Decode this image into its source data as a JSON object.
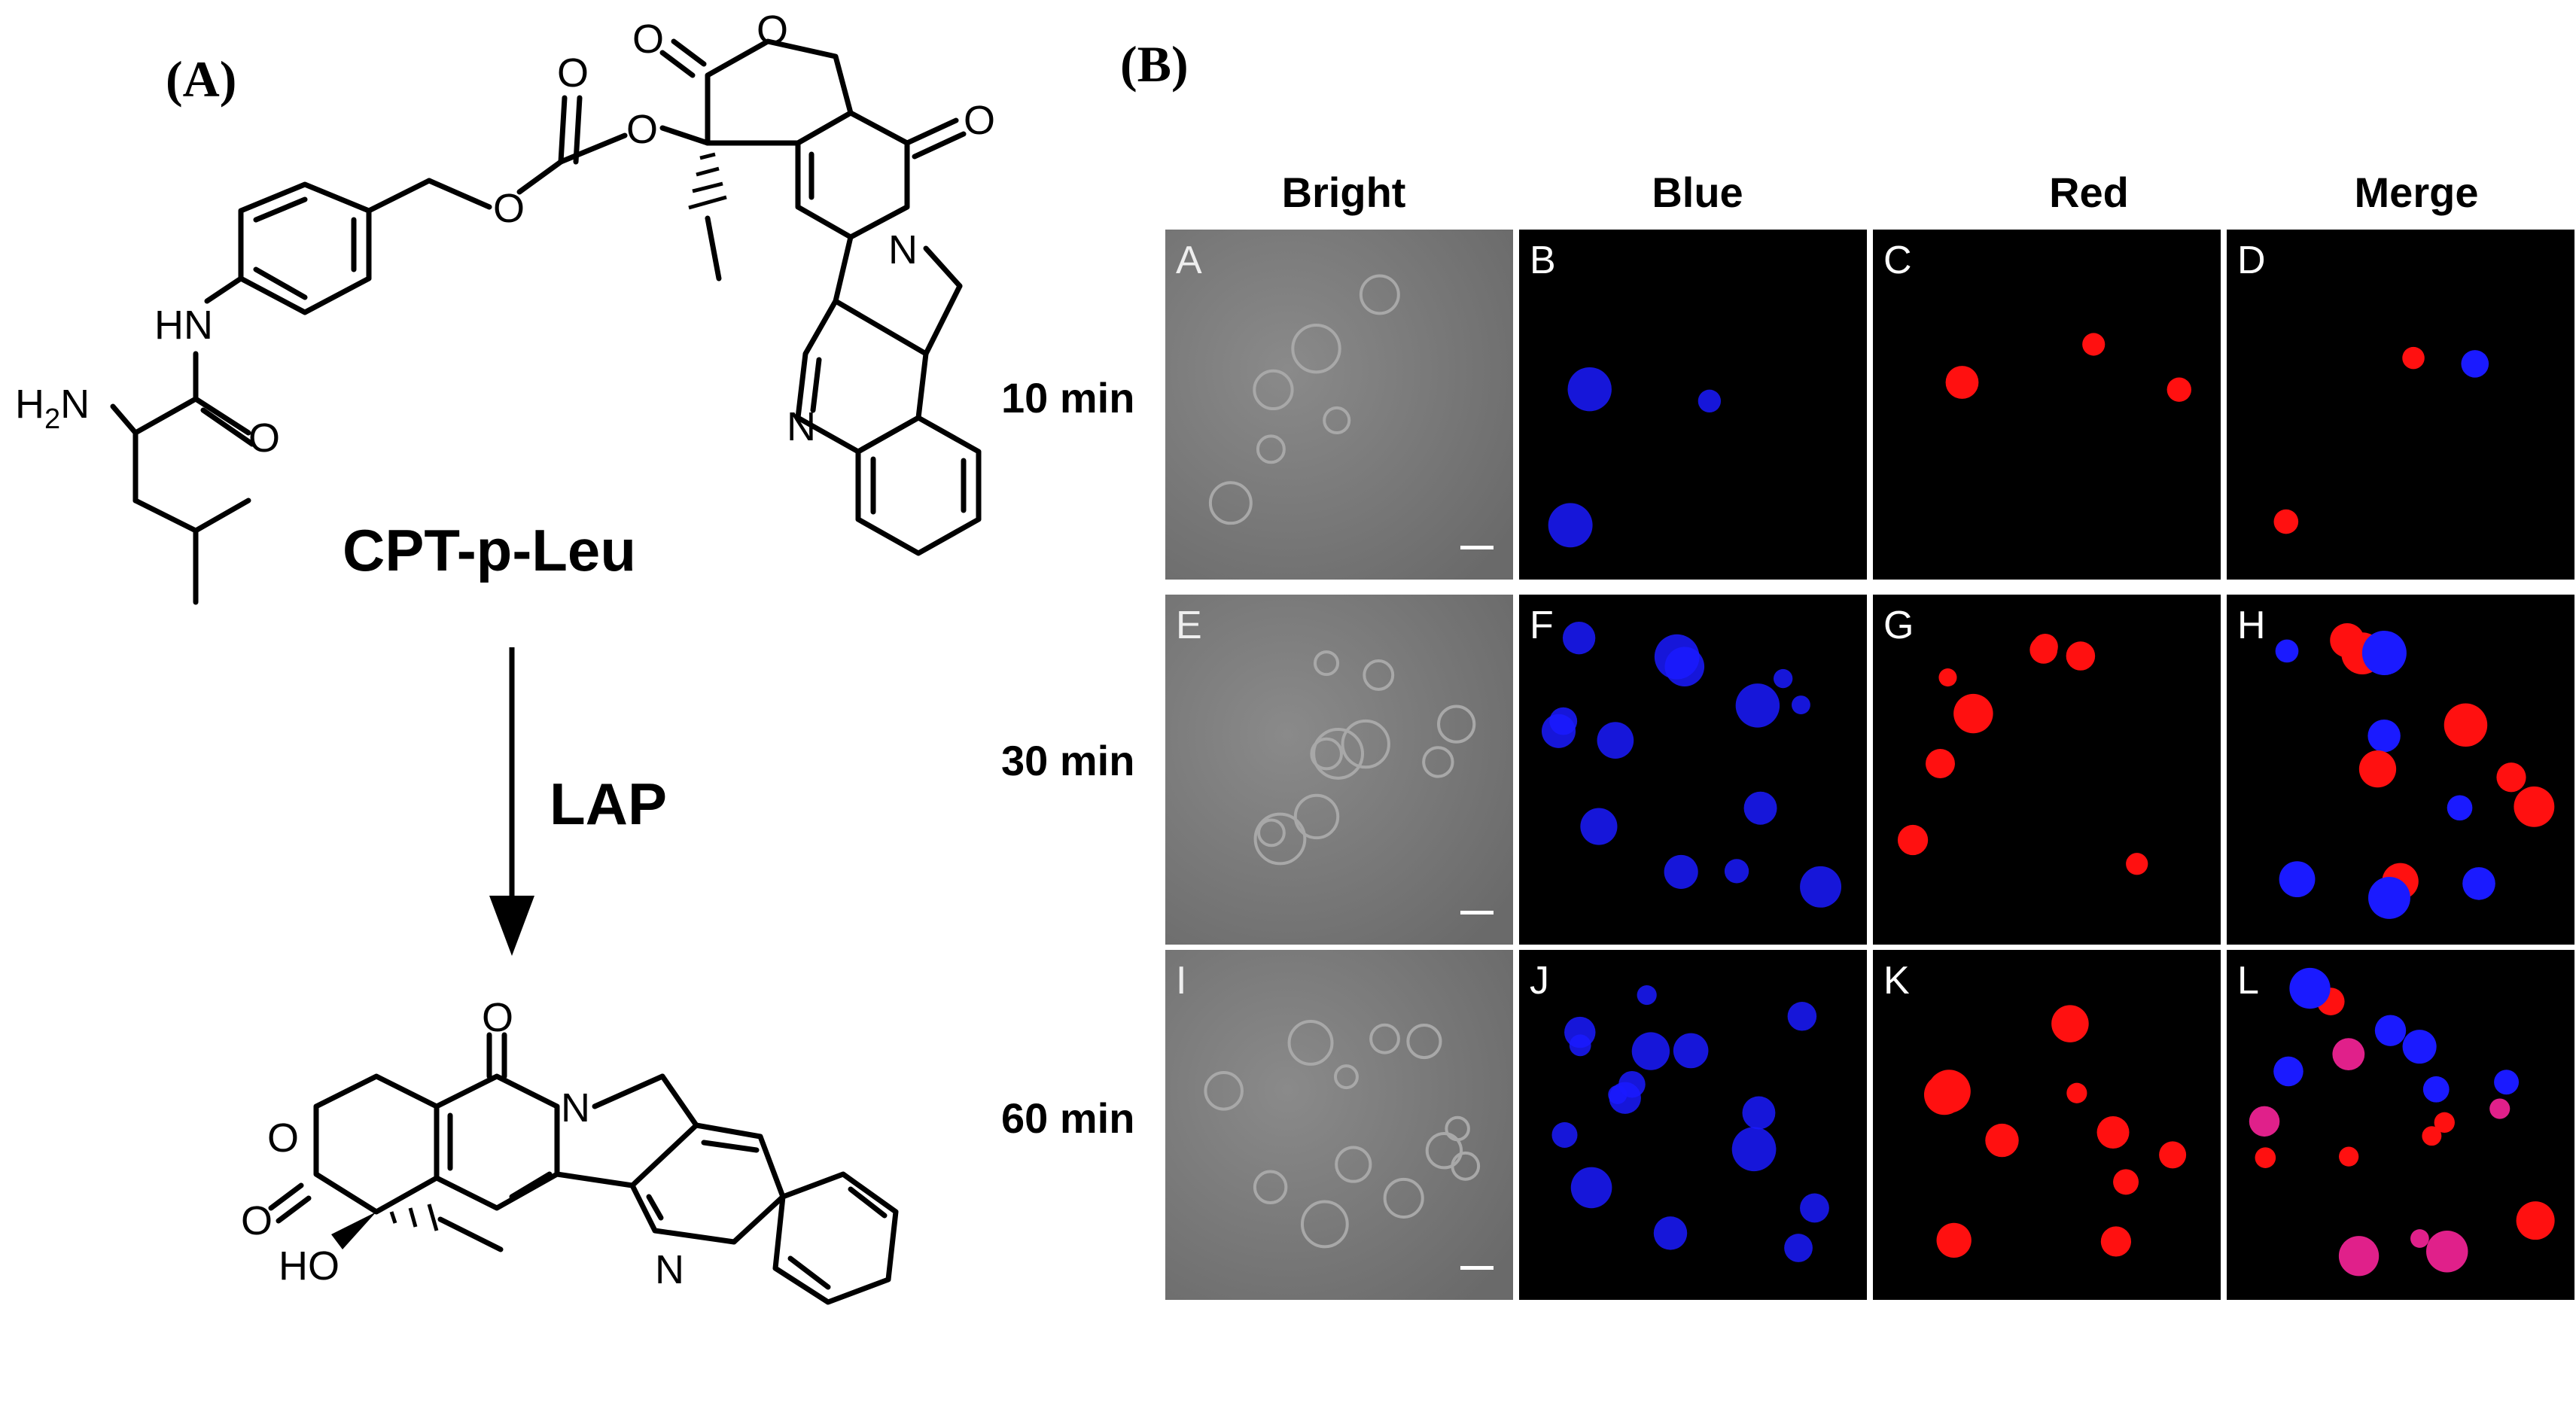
{
  "panel_a": {
    "label": "(A)",
    "compound_name": "CPT-p-Leu",
    "enzyme_label": "LAP",
    "atoms": {
      "oxygen": "O",
      "nitrogen": "N",
      "nh": "HN",
      "h2n_h": "H",
      "h2n_sub": "2",
      "h2n_n": "N",
      "ho": "HO"
    }
  },
  "panel_b": {
    "label": "(B)",
    "columns": [
      "Bright",
      "Blue",
      "Red",
      "Merge"
    ],
    "rows": [
      {
        "label": "10 min",
        "tiles": [
          "A",
          "B",
          "C",
          "D"
        ]
      },
      {
        "label": "30 min",
        "tiles": [
          "E",
          "F",
          "G",
          "H"
        ]
      },
      {
        "label": "60 min",
        "tiles": [
          "I",
          "J",
          "K",
          "L"
        ]
      }
    ]
  },
  "colors": {
    "blue_channel": "#1a1aff",
    "red_channel": "#ff1010",
    "merge_overlap": "#e0208a",
    "bright_field": "#7d7d7d"
  }
}
